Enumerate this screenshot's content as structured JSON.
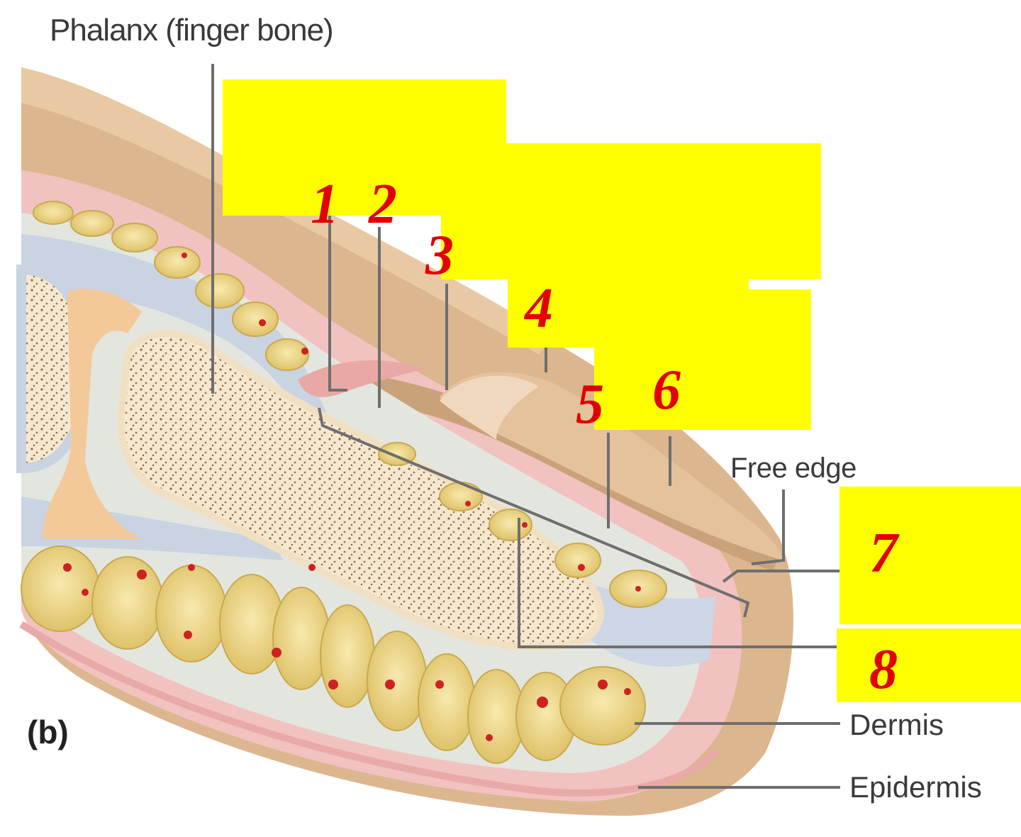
{
  "figure": {
    "panel_letter": "(b)",
    "labels": {
      "phalanx": "Phalanx (finger bone)",
      "free_edge": "Free edge",
      "dermis": "Dermis",
      "epidermis": "Epidermis"
    },
    "markers": [
      "1",
      "2",
      "3",
      "4",
      "5",
      "6",
      "7",
      "8"
    ]
  },
  "colors": {
    "skin": "#dcb68f",
    "pink": "#f2c2c0",
    "fat": "#eed88a",
    "bone": "#f8ead3",
    "ligament": "#c9d3e2",
    "answer_box": "#ffff00",
    "marker": "#e00000",
    "leader": "#6e6e6e"
  }
}
